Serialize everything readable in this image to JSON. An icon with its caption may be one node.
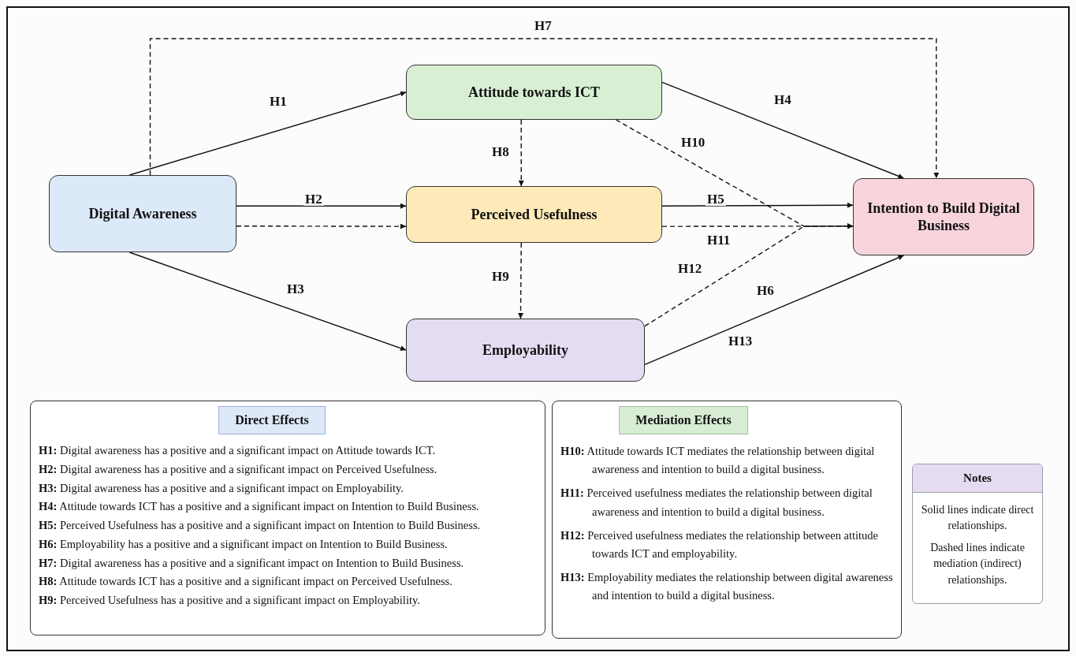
{
  "diagram": {
    "nodes": [
      {
        "text": [
          "Digital Awareness"
        ]
      },
      {
        "text": [
          "Attitude towards ICT"
        ]
      },
      {
        "text": [
          "Perceived Usefulness"
        ]
      },
      {
        "text": [
          "Employability"
        ]
      },
      {
        "text": [
          "Intention to Build Digital Business"
        ]
      },
      {
        "text": [
          "**H1:** Digital awareness has a positive and a significant impact on Attitude towards ICT.",
          "**H2:** Digital awareness has a positive and a significant impact on Perceived Usefulness.",
          "**H3:** Digital awareness has a positive and a significant impact on Employability.",
          "**H4:** Attitude towards ICT has a positive and a significant impact on Intention to Build Business.",
          "**H5:** Perceived Usefulness has a positive and a significant impact on Intention to Build Business.",
          "**H6:** Employability has a positive and a significant impact on Intention to Build Business.",
          "**H7:** Digital awareness has a positive and a significant impact on Intention to Build Business.",
          "**H8:** Attitude towards ICT has a positive and a significant impact on Perceived Usefulness.",
          "**H9:** Perceived Usefulness has a positive and a significant impact on Employability."
        ]
      },
      {
        "text": [
          "Direct Effects"
        ],
        "in": 5
      },
      {
        "text": [
          "**H10:** Attitude towards ICT mediates the relationship between digital awareness and intention to build a digital business.",
          "**H11:** Perceived usefulness mediates the relationship between digital awareness and intention to build a digital business.",
          "**H12:** Perceived usefulness mediates the relationship between attitude towards ICT and employability.",
          "**H13:** Employability mediates the relationship between digital awareness and intention to build a digital business."
        ]
      },
      {
        "text": [
          "Mediation Effects"
        ],
        "in": 7
      },
      {
        "text": [
          "Notes",
          "Solid lines indicate direct relationships.",
          "Dashed lines indicate mediation (indirect) relationships."
        ]
      }
    ],
    "edges": [
      {
        "from": 0,
        "to": 1,
        "arrow": "to",
        "label": "H1"
      },
      {
        "from": 0,
        "to": 2,
        "arrow": "to",
        "label": "H2"
      },
      {
        "from": 0,
        "to": 2,
        "arrow": "to",
        "style": "dashed"
      },
      {
        "from": 0,
        "to": 3,
        "arrow": "to",
        "label": "H3"
      },
      {
        "from": 1,
        "to": 4,
        "arrow": "to",
        "label": "H4"
      },
      {
        "from": 2,
        "to": 4,
        "arrow": "to",
        "label": "H5"
      },
      {
        "from": 3,
        "to": 4,
        "arrow": "to",
        "label": "H6"
      },
      {
        "from": 0,
        "to": 4,
        "arrow": "to",
        "label": "H7",
        "style": "dashed"
      },
      {
        "from": 1,
        "to": 2,
        "arrow": "to",
        "label": "H8",
        "style": "dashed"
      },
      {
        "from": 2,
        "to": 3,
        "arrow": "to",
        "label": "H9",
        "style": "dashed"
      },
      {
        "from": 1,
        "to": 4,
        "arrow": "to",
        "label": "H10",
        "style": "dashed"
      },
      {
        "from": 2,
        "to": 4,
        "arrow": "to",
        "label": "H11",
        "style": "dashed"
      },
      {
        "from": 3,
        "to": 4,
        "arrow": "to",
        "label": "H12",
        "style": "dashed"
      }
    ],
    "labels": [
      "H13"
    ]
  }
}
